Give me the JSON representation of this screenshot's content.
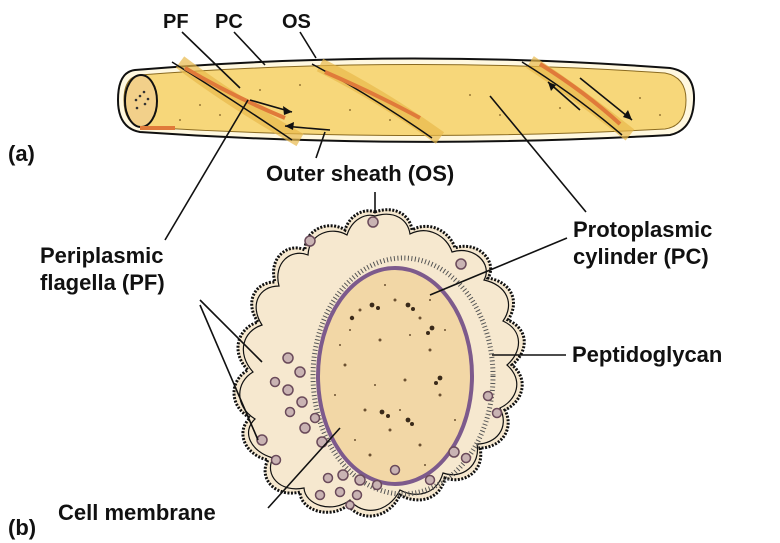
{
  "panel_labels": {
    "a": "(a)",
    "b": "(b)"
  },
  "top_abbreviations": {
    "pf": "PF",
    "pc": "PC",
    "os": "OS"
  },
  "labels": {
    "outer_sheath": "Outer sheath (OS)",
    "protoplasmic_line1": "Protoplasmic",
    "protoplasmic_line2": "cylinder (PC)",
    "periplasmic_line1": "Periplasmic",
    "periplasmic_line2": "flagella (PF)",
    "peptidoglycan": "Peptidoglycan",
    "cell_membrane": "Cell membrane"
  },
  "colors": {
    "cylinder_fill": "#f7d77a",
    "cylinder_shade": "#e8b94c",
    "flagella": "#e07a3a",
    "cell_fill": "#f6e8cf",
    "core_fill": "#f2d7a6",
    "membrane": "#7d5a8c",
    "ink": "#111111"
  }
}
